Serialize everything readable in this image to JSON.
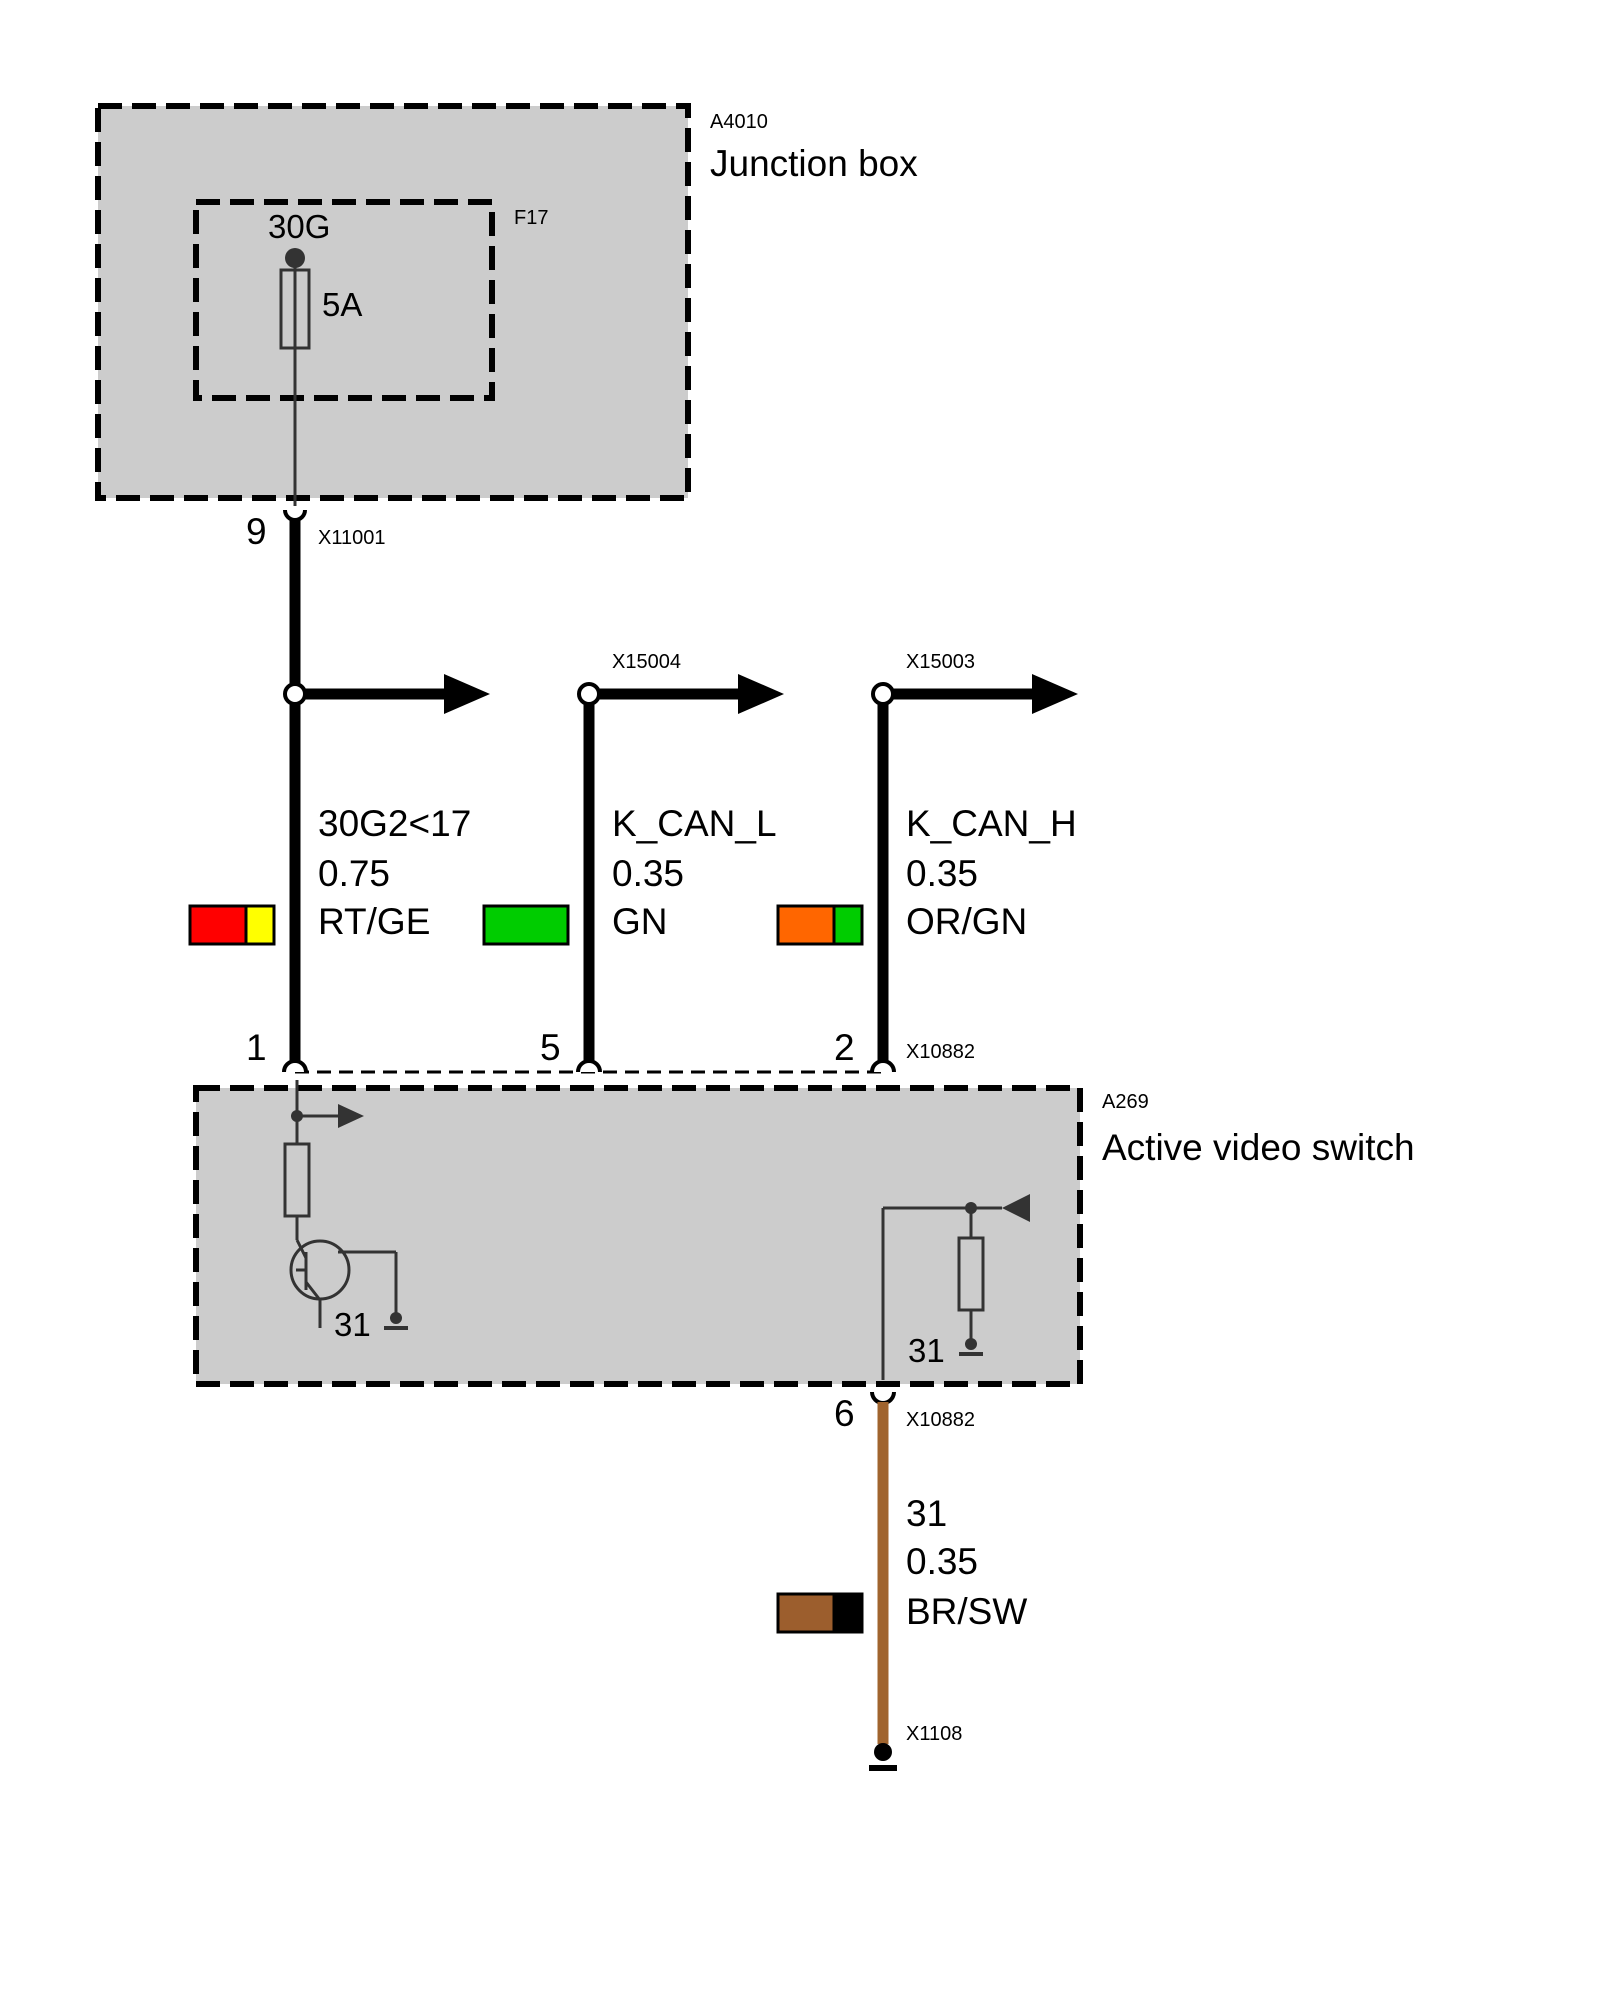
{
  "colors": {
    "box_fill": "#cccccc",
    "wire": "#000000",
    "wire_ground": "#a0642e",
    "red": "#ff0000",
    "yellow": "#ffff00",
    "green": "#00cc00",
    "orange": "#ff6600",
    "brown": "#9c5e2d",
    "black": "#000000"
  },
  "junction_box": {
    "code": "A4010",
    "name": "Junction box",
    "fuse": {
      "code": "F17",
      "terminal": "30G",
      "rating": "5A"
    },
    "pin": "9",
    "connector": "X11001"
  },
  "active_video_switch": {
    "code": "A269",
    "name": "Active video switch",
    "connector_top": "X10882",
    "connector_bottom": "X10882",
    "ground_left": "31",
    "ground_right": "31"
  },
  "wires": [
    {
      "pin": "1",
      "signal": "30G2<17",
      "gauge": "0.75",
      "color_code": "RT/GE",
      "swatch": [
        "#ff0000",
        "#ffff00"
      ],
      "connector": ""
    },
    {
      "pin": "5",
      "signal": "K_CAN_L",
      "gauge": "0.35",
      "color_code": "GN",
      "swatch": [
        "#00cc00"
      ],
      "connector": "X15004"
    },
    {
      "pin": "2",
      "signal": "K_CAN_H",
      "gauge": "0.35",
      "color_code": "OR/GN",
      "swatch": [
        "#ff6600",
        "#00cc00"
      ],
      "connector": "X15003"
    }
  ],
  "ground_wire": {
    "pin": "6",
    "signal": "31",
    "gauge": "0.35",
    "color_code": "BR/SW",
    "swatch": [
      "#9c5e2d",
      "#000000"
    ],
    "ground_connector": "X1108"
  }
}
